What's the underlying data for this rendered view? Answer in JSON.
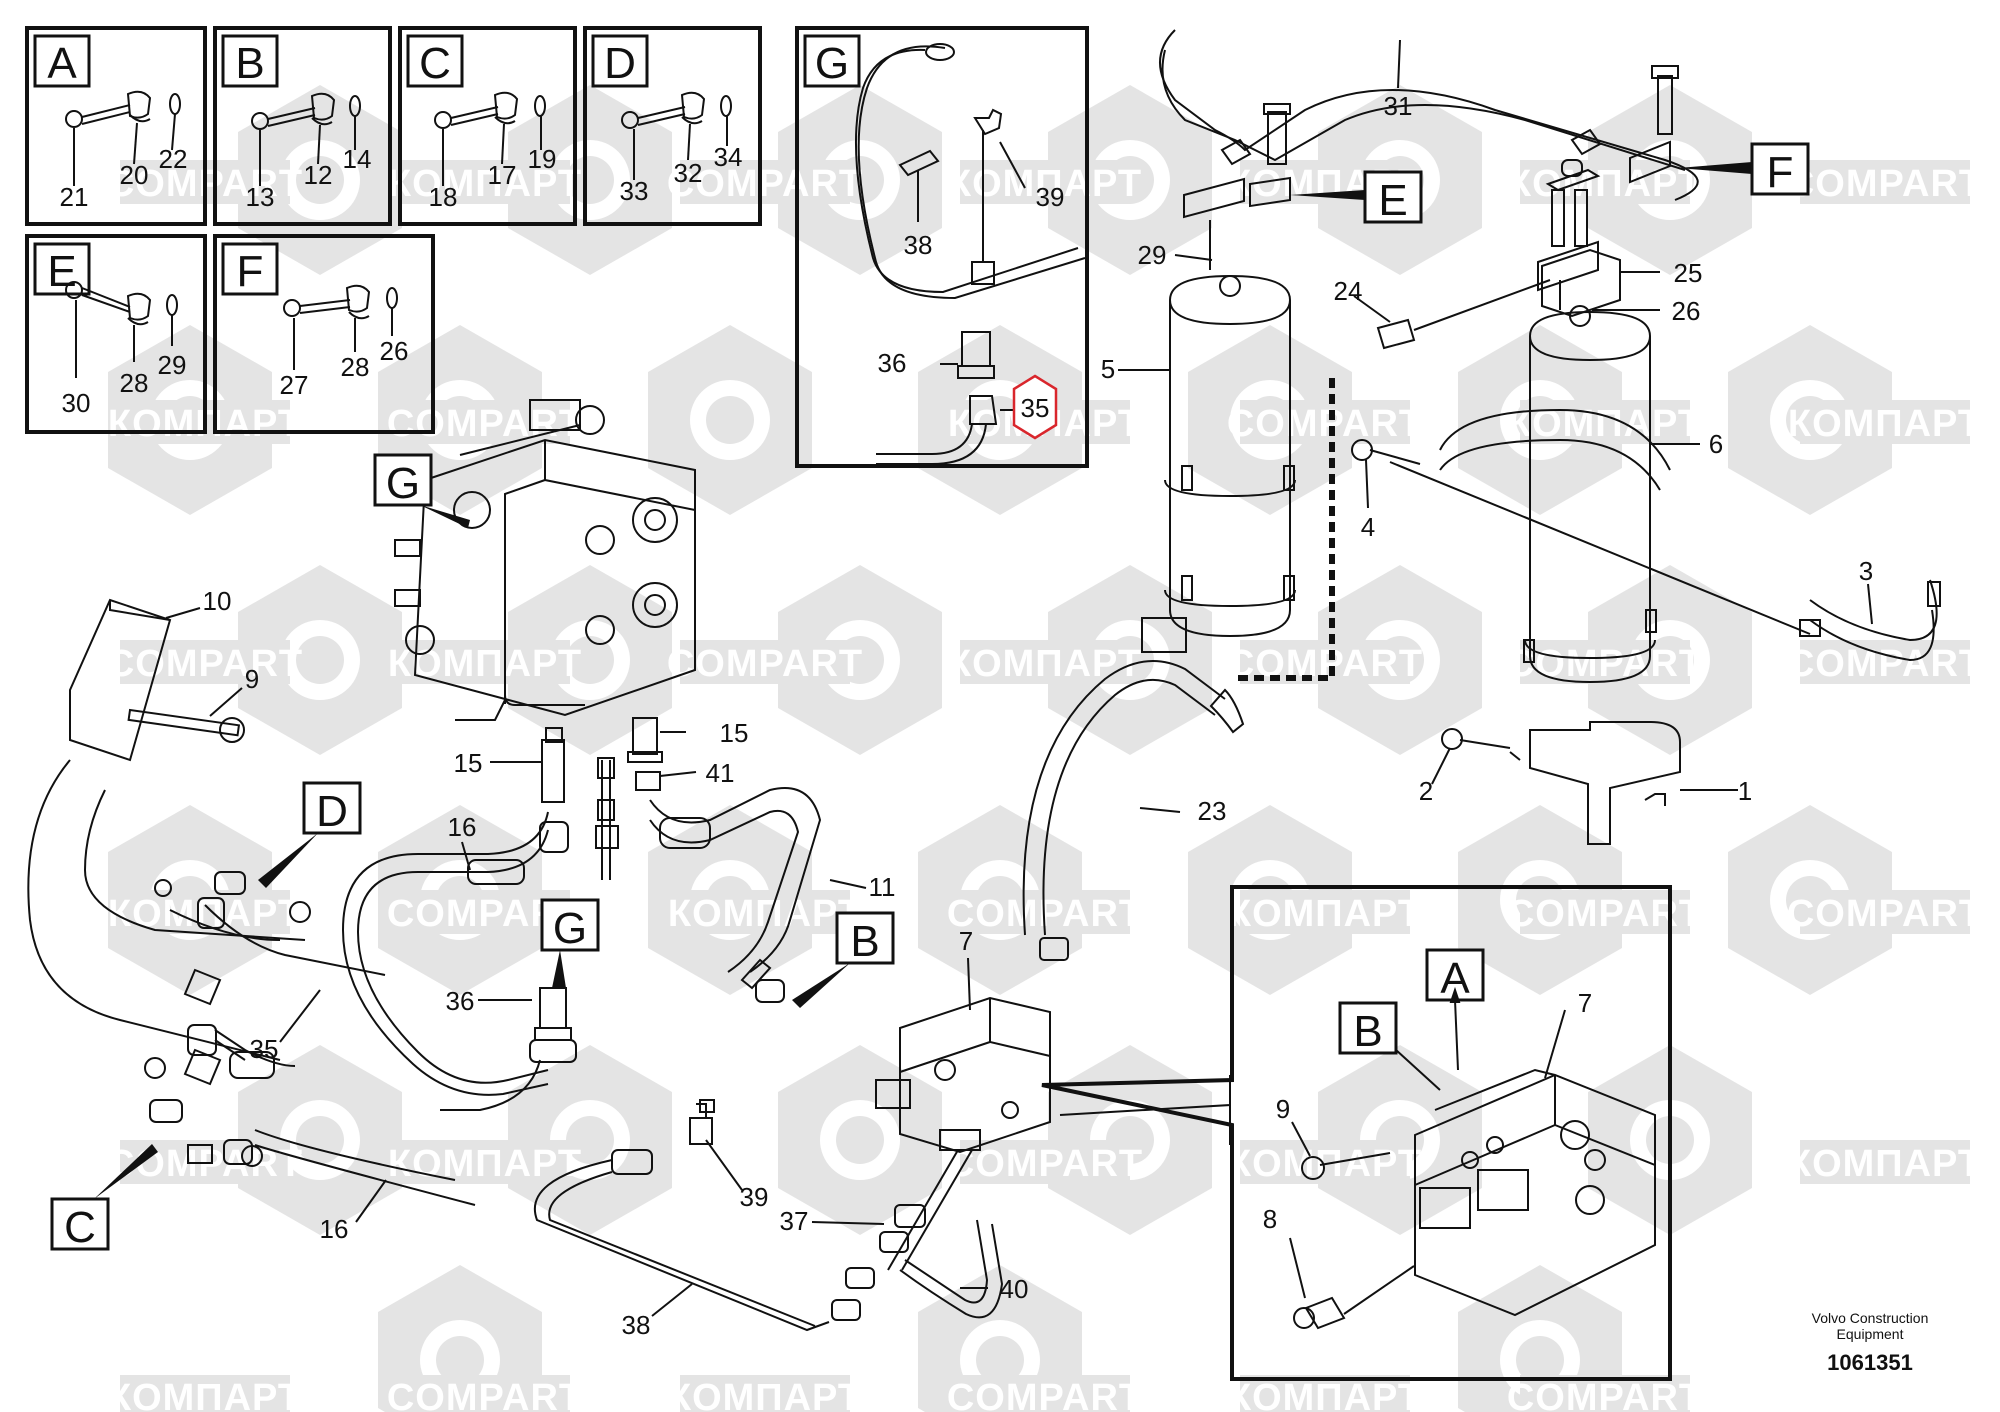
{
  "diagram": {
    "watermark": [
      "КОМПАРТ",
      "COMPART"
    ],
    "manufacturer_lines": [
      "Volvo Construction",
      "Equipment"
    ],
    "drawing_number": "1061351",
    "detail_boxes": [
      {
        "id": "A",
        "callouts": [
          "21",
          "20",
          "22"
        ]
      },
      {
        "id": "B",
        "callouts": [
          "13",
          "12",
          "14"
        ]
      },
      {
        "id": "C",
        "callouts": [
          "18",
          "17",
          "19"
        ]
      },
      {
        "id": "D",
        "callouts": [
          "33",
          "32",
          "34"
        ]
      },
      {
        "id": "E",
        "callouts": [
          "30",
          "28",
          "29"
        ]
      },
      {
        "id": "F",
        "callouts": [
          "27",
          "28",
          "26"
        ]
      }
    ],
    "detail_g": {
      "id": "G",
      "callouts": [
        "38",
        "39",
        "36",
        "35"
      ]
    },
    "detail_valve": {
      "letters": [
        "A",
        "B"
      ],
      "callouts": [
        "7",
        "9",
        "8"
      ]
    },
    "main_letters": [
      "E",
      "F",
      "G",
      "G",
      "D",
      "B",
      "C"
    ],
    "main_callouts": [
      "31",
      "29",
      "25",
      "26",
      "24",
      "5",
      "6",
      "4",
      "3",
      "2",
      "1",
      "10",
      "9",
      "15",
      "15",
      "41",
      "16",
      "11",
      "23",
      "7",
      "36",
      "35",
      "16",
      "39",
      "37",
      "40",
      "38"
    ],
    "highlighted_callout": "35",
    "colors": {
      "line": "#111111",
      "watermark": "#e4e4e4",
      "highlight": "#d9262c"
    }
  }
}
